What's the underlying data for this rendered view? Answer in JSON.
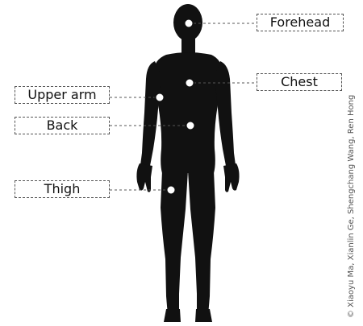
{
  "labels": {
    "forehead": "Forehead",
    "chest": "Chest",
    "upper_arm": "Upper arm",
    "back": "Back",
    "thigh": "Thigh"
  },
  "credit": "© Xiaoyu Ma, Xianlin Ge, Shengchang Wang, Ren Hong",
  "colors": {
    "silhouette": "#111111",
    "marker_fill": "#ffffff",
    "connector": "#555555"
  }
}
